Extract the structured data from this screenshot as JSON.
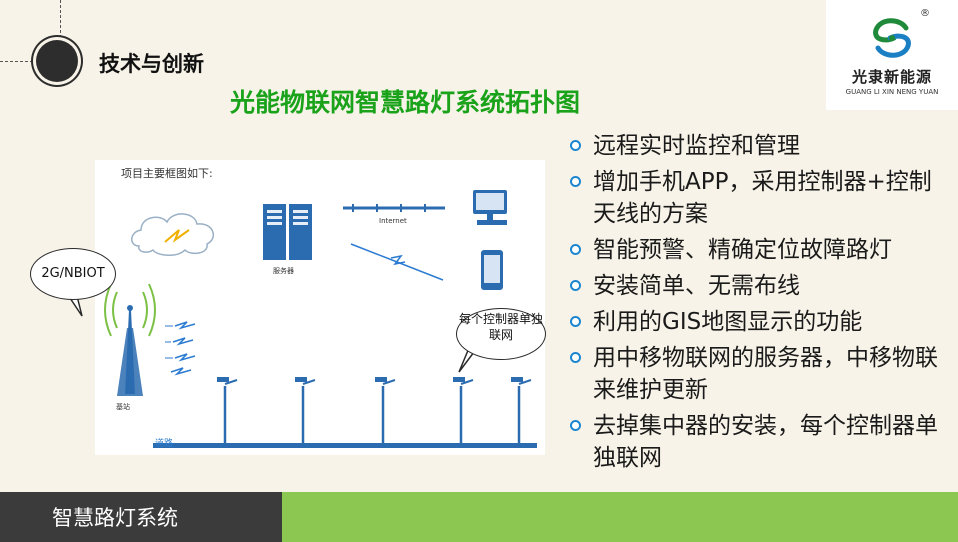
{
  "section_title": "技术与创新",
  "main_title": "光能物联网智慧路灯系统拓扑图",
  "logo": {
    "name": "光隶新能源",
    "subtitle": "GUANG LI XIN NENG YUAN",
    "registered": "®"
  },
  "diagram": {
    "caption": "项目主要框图如下:",
    "server_label": "服务器",
    "internet_label": "Internet",
    "base_station_label": "基站",
    "road_label": "道路",
    "callout_network": "2G/NBIOT",
    "callout_controller": "每个控制器单独联网"
  },
  "features": [
    "远程实时监控和管理",
    "增加手机APP，采用控制器+控制天线的方案",
    "智能预警、精确定位故障路灯",
    "安装简单、无需布线",
    "利用的GIS地图显示的功能",
    "用中移物联网的服务器，中移物联来维护更新",
    "去掉集中器的安装，每个控制器单独联网"
  ],
  "footer_label": "智慧路灯系统",
  "colors": {
    "title_green": "#1aa31a",
    "bullet_blue": "#1c86d0",
    "footer_dark": "#3b3b3b",
    "footer_green": "#8cc751",
    "diagram_blue": "#2b7bd1",
    "wave_green": "#7cc045"
  }
}
